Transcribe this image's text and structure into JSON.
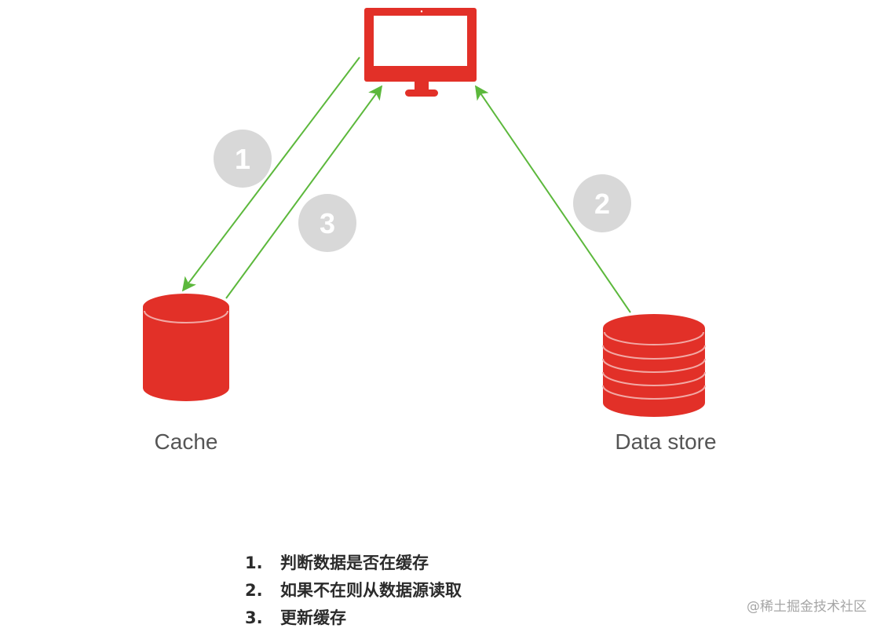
{
  "nodes": {
    "monitor": {
      "icon": "monitor-icon"
    },
    "cache": {
      "label": "Cache",
      "icon": "database-cylinder-icon"
    },
    "data_store": {
      "label": "Data store",
      "icon": "stacked-database-icon"
    }
  },
  "badges": {
    "one": "1",
    "two": "2",
    "three": "3"
  },
  "steps": [
    {
      "num": "1.",
      "text": "判断数据是否在缓存"
    },
    {
      "num": "2.",
      "text": "如果不在则从数据源读取"
    },
    {
      "num": "3.",
      "text": "更新缓存"
    }
  ],
  "watermark": "@稀土掘金技术社区",
  "colors": {
    "node_red": "#e23028",
    "arrow_green": "#5cb83c",
    "badge_gray": "#d8d8d8",
    "label_gray": "#555555"
  }
}
